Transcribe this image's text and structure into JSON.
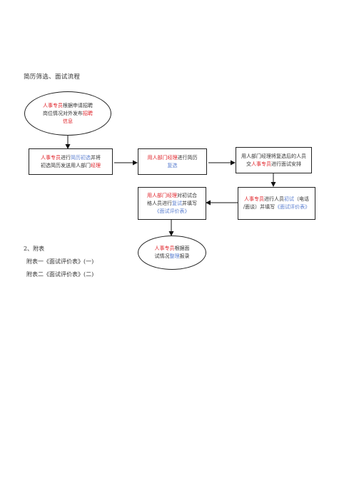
{
  "title": "简历筛选、面试流程",
  "colors": {
    "highlight_red": "#e0242b",
    "highlight_blue": "#5b7fd0",
    "text": "#333333",
    "border": "#222222"
  },
  "nodes": {
    "n1": [
      [
        {
          "t": "人事专员",
          "c": "red"
        },
        {
          "t": "根据申请招聘",
          "c": "plain"
        }
      ],
      [
        {
          "t": "岗位情况对外发布",
          "c": "plain"
        },
        {
          "t": "招聘",
          "c": "red"
        }
      ],
      [
        {
          "t": "信息",
          "c": "red"
        }
      ]
    ],
    "n2": [
      [
        {
          "t": "人事专员",
          "c": "red"
        },
        {
          "t": "进行",
          "c": "plain"
        },
        {
          "t": "简历初选",
          "c": "blue"
        },
        {
          "t": "并将",
          "c": "plain"
        }
      ],
      [
        {
          "t": "初选简历发送用人部门",
          "c": "plain"
        },
        {
          "t": "经理",
          "c": "red"
        }
      ]
    ],
    "n3": [
      [
        {
          "t": "用人部门经理",
          "c": "red"
        },
        {
          "t": "进行简历",
          "c": "plain"
        }
      ],
      [
        {
          "t": "复选",
          "c": "blue"
        }
      ]
    ],
    "n4": [
      [
        {
          "t": "用人部门经理将复选后的人员",
          "c": "plain"
        }
      ],
      [
        {
          "t": "交",
          "c": "plain"
        },
        {
          "t": "人事专员",
          "c": "red"
        },
        {
          "t": "进行面试安排",
          "c": "plain"
        }
      ]
    ],
    "n5": [
      [
        {
          "t": "人事专员",
          "c": "red"
        },
        {
          "t": "进行人员",
          "c": "plain"
        },
        {
          "t": "初试",
          "c": "blue"
        },
        {
          "t": "（电话",
          "c": "plain"
        }
      ],
      [
        {
          "t": "/面谈）并填写",
          "c": "plain"
        },
        {
          "t": "《面试评价表》",
          "c": "blue"
        }
      ]
    ],
    "n6": [
      [
        {
          "t": "用人部门经理",
          "c": "red"
        },
        {
          "t": "对初试合",
          "c": "plain"
        }
      ],
      [
        {
          "t": "格人员进行",
          "c": "plain"
        },
        {
          "t": "复试",
          "c": "blue"
        },
        {
          "t": "并填写",
          "c": "plain"
        }
      ],
      [
        {
          "t": "《面试评价表》",
          "c": "blue"
        }
      ]
    ],
    "n7": [
      [
        {
          "t": "人事专员",
          "c": "red"
        },
        {
          "t": "根据面",
          "c": "plain"
        }
      ],
      [
        {
          "t": "试情况",
          "c": "plain"
        },
        {
          "t": "整理",
          "c": "blue"
        },
        {
          "t": "报录",
          "c": "plain"
        }
      ]
    ]
  },
  "appendix": {
    "heading": "2、附表",
    "items": [
      "附表一《面试评价表》(一)",
      "附表二《面试评价表》(二)"
    ]
  }
}
